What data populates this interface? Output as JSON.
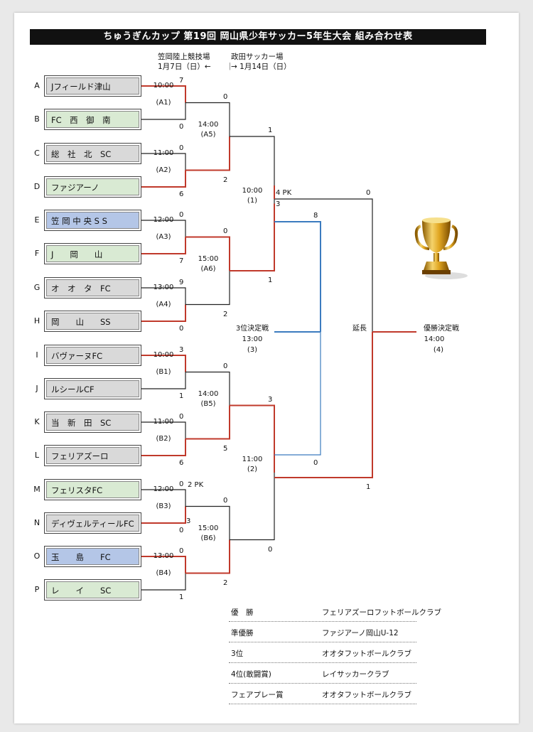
{
  "title": "ちゅうぎんカップ 第19回 岡山県少年サッカー5年生大会 組み合わせ表",
  "venues": {
    "left_venue": "笠岡陸上競技場",
    "left_date": "1月7日（日）←",
    "sep": "｜",
    "right_venue": "政田サッカー場",
    "right_date": "→ 1月14日（日）"
  },
  "teams": [
    {
      "letter": "A",
      "name": "Jフィールド津山"
    },
    {
      "letter": "B",
      "name": "FC　西　御　南"
    },
    {
      "letter": "C",
      "name": "総　社　北　SC"
    },
    {
      "letter": "D",
      "name": "ファジアーノ"
    },
    {
      "letter": "E",
      "name": "笠 岡 中 央 S S"
    },
    {
      "letter": "F",
      "name": "J　　岡　　山"
    },
    {
      "letter": "G",
      "name": "オ　オ　タ　FC"
    },
    {
      "letter": "H",
      "name": "岡　　山　　SS"
    },
    {
      "letter": "I",
      "name": "バヴァーヌFC"
    },
    {
      "letter": "J",
      "name": "ルシールCF"
    },
    {
      "letter": "K",
      "name": "当　新　田　SC"
    },
    {
      "letter": "L",
      "name": "フェリアズーロ"
    },
    {
      "letter": "M",
      "name": "フェリスタFC"
    },
    {
      "letter": "N",
      "name": "ディヴェルティールFC"
    },
    {
      "letter": "O",
      "name": "玉　　島　　FC"
    },
    {
      "letter": "P",
      "name": "レ　　イ　　SC"
    }
  ],
  "colors": {
    "win": "#c0392b",
    "loss": "#222222",
    "third": "#3b7bbf",
    "green": "#d9ead3",
    "gray": "#d9d9d9",
    "blue": "#b4c6e7"
  },
  "r1": [
    {
      "id": "(A1)",
      "time": "10:00",
      "s1": "7",
      "s2": "0"
    },
    {
      "id": "(A2)",
      "time": "11:00",
      "s1": "0",
      "s2": "6"
    },
    {
      "id": "(A3)",
      "time": "12:00",
      "s1": "0",
      "s2": "7"
    },
    {
      "id": "(A4)",
      "time": "13:00",
      "s1": "9",
      "s2": "0"
    },
    {
      "id": "(B1)",
      "time": "10:00",
      "s1": "3",
      "s2": "1"
    },
    {
      "id": "(B2)",
      "time": "11:00",
      "s1": "0",
      "s2": "6"
    },
    {
      "id": "(B3)",
      "time": "12:00",
      "s1": "0",
      "s2": "0",
      "pk1": "2 PK",
      "pk2": "3"
    },
    {
      "id": "(B4)",
      "time": "13:00",
      "s1": "0",
      "s2": "1"
    }
  ],
  "r2": [
    {
      "id": "(A5)",
      "time": "14:00",
      "s1": "0",
      "s2": "2"
    },
    {
      "id": "(A6)",
      "time": "15:00",
      "s1": "0",
      "s2": "2"
    },
    {
      "id": "(B5)",
      "time": "14:00",
      "s1": "0",
      "s2": "5"
    },
    {
      "id": "(B6)",
      "time": "15:00",
      "s1": "0",
      "s2": "2"
    }
  ],
  "semis": [
    {
      "id": "(1)",
      "time": "10:00",
      "s1": "1",
      "s2": "1",
      "pk": "4 PK",
      "pk2": "3"
    },
    {
      "id": "(2)",
      "time": "11:00",
      "s1": "3",
      "s2": "0"
    }
  ],
  "third": {
    "label": "3位決定戦",
    "time": "13:00",
    "id": "(3)",
    "s1": "8",
    "s2": "0"
  },
  "final": {
    "label": "優勝決定戦",
    "time": "14:00",
    "id": "(4)",
    "s1": "0",
    "s2": "1",
    "extra": "延長"
  },
  "results": [
    {
      "rank": "優　勝",
      "team": "フェリアズーロフットボールクラブ"
    },
    {
      "rank": "準優勝",
      "team": "ファジアーノ岡山U-12"
    },
    {
      "rank": "3位",
      "team": "オオタフットボールクラブ"
    },
    {
      "rank": "4位(敢闘賞)",
      "team": "レイサッカークラブ"
    },
    {
      "rank": "フェアプレー賞",
      "team": "オオタフットボールクラブ"
    }
  ]
}
